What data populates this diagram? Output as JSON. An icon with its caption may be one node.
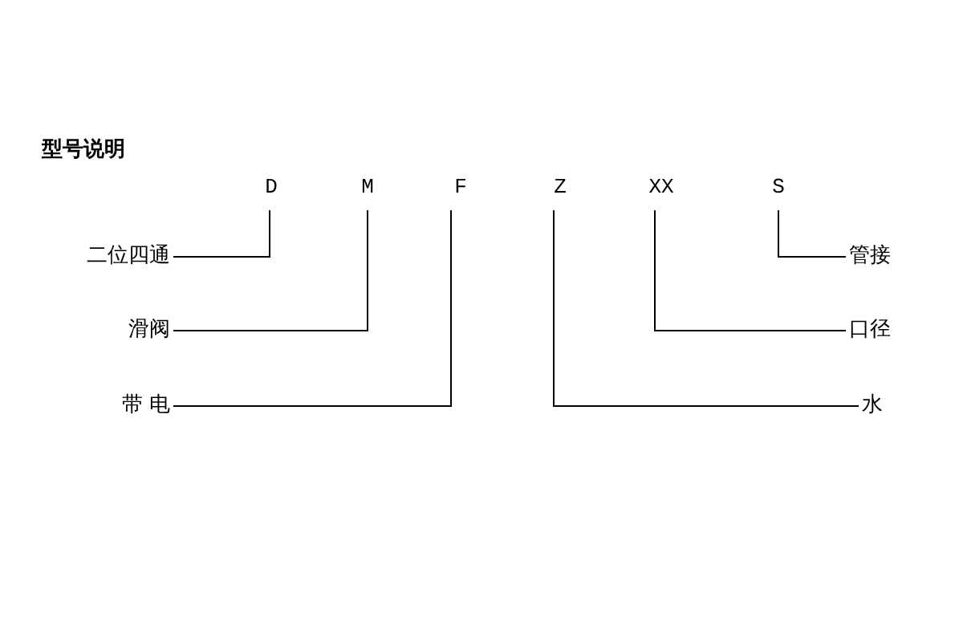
{
  "diagram": {
    "title": "型号说明",
    "nodes": [
      {
        "text": [
          "D"
        ]
      },
      {
        "text": [
          "M"
        ]
      },
      {
        "text": [
          "F"
        ]
      },
      {
        "text": [
          "Z"
        ]
      },
      {
        "text": [
          "XX"
        ]
      },
      {
        "text": [
          "S"
        ]
      },
      {
        "text": [
          "二位四通"
        ]
      },
      {
        "text": [
          "管接"
        ]
      },
      {
        "text": [
          "滑阀"
        ]
      },
      {
        "text": [
          "口径"
        ]
      },
      {
        "text": [
          "带 电"
        ]
      },
      {
        "text": [
          "水"
        ]
      }
    ],
    "edges": [
      {
        "from": 0,
        "to": 6,
        "arrow": "none"
      },
      {
        "from": 1,
        "to": 8,
        "arrow": "none"
      },
      {
        "from": 2,
        "to": 10,
        "arrow": "none"
      },
      {
        "from": 3,
        "to": 11,
        "arrow": "none"
      },
      {
        "from": 4,
        "to": 9,
        "arrow": "none"
      },
      {
        "from": 5,
        "to": 7,
        "arrow": "none"
      }
    ]
  }
}
